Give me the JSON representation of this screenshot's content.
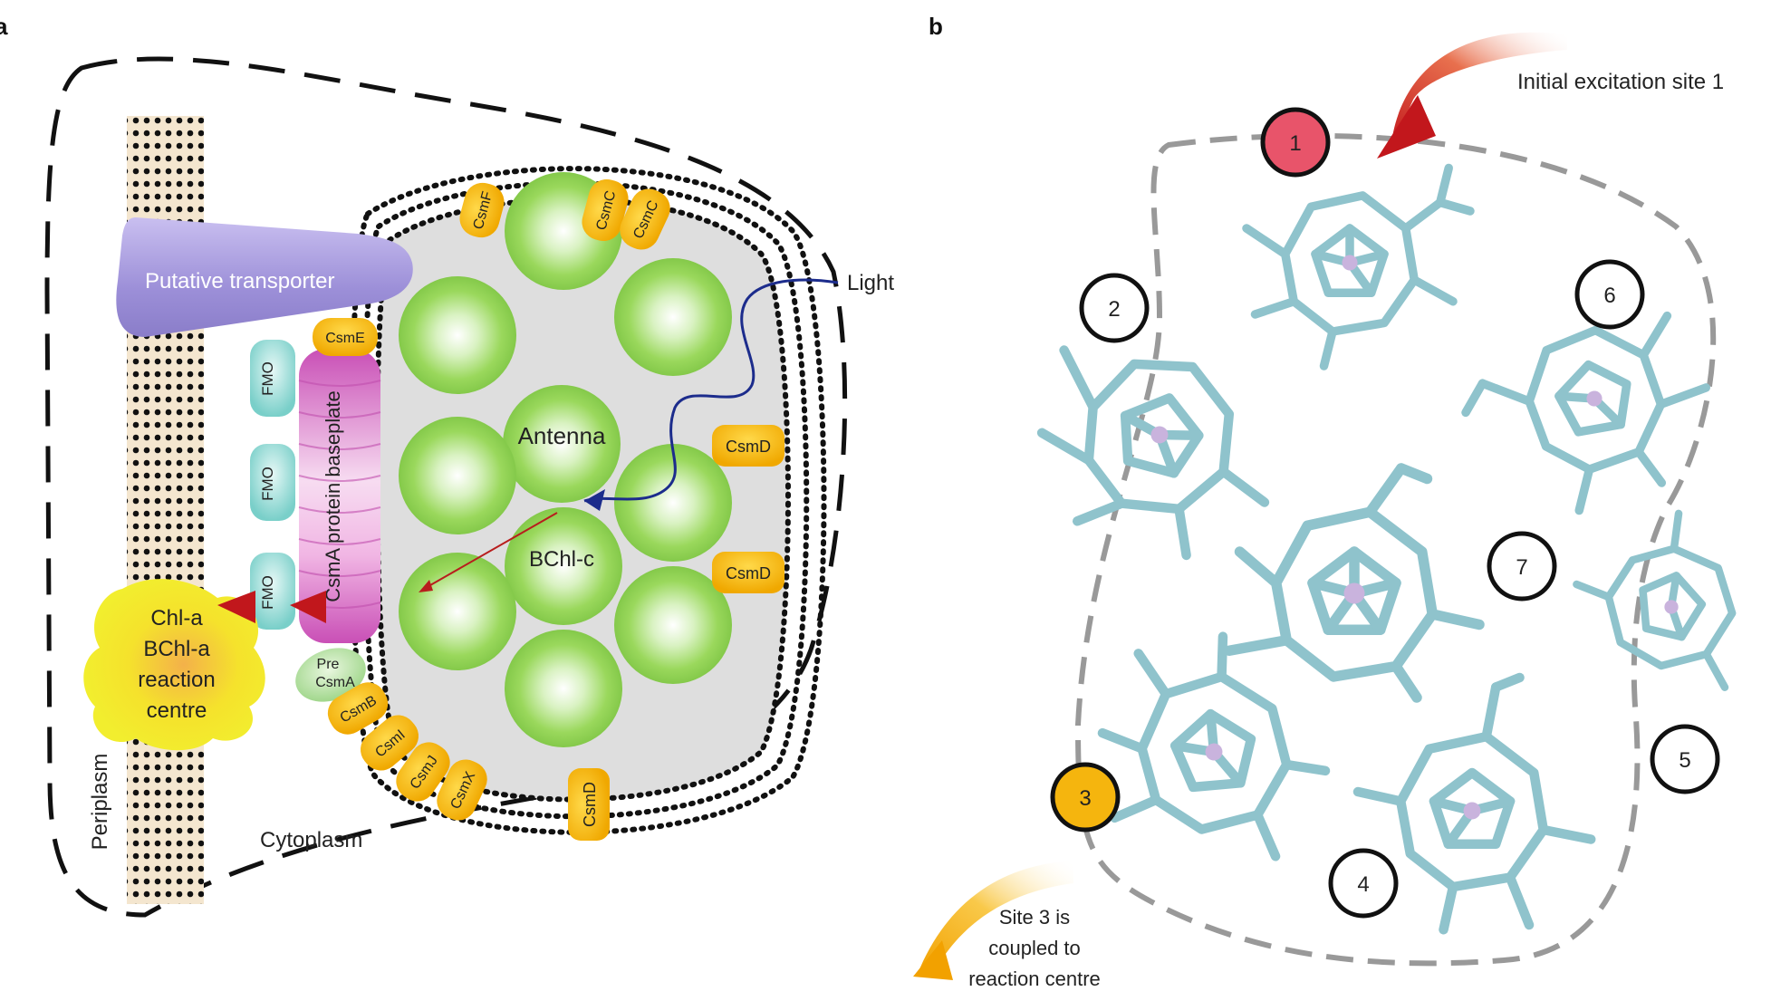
{
  "panel_a": {
    "letter": "a",
    "labels": {
      "transporter": "Putative transporter",
      "antenna": "Antenna",
      "bchl_c": "BChl-c",
      "light": "Light",
      "baseplate": "CsmA protein baseplate",
      "fmo": "FMO",
      "rc_line1": "Chl-a",
      "rc_line2": "BChl-a",
      "rc_line3": "reaction",
      "rc_line4": "centre",
      "pre_csma_1": "Pre",
      "pre_csma_2": "CsmA",
      "periplasm": "Periplasm",
      "cytoplasm": "Cytoplasm"
    },
    "proteins": {
      "csmF": "CsmF",
      "csmC1": "CsmC",
      "csmC2": "CsmC",
      "csmE": "CsmE",
      "csmD1": "CsmD",
      "csmD2": "CsmD",
      "csmD3": "CsmD",
      "csmB": "CsmB",
      "csmI1": "CsmI",
      "csmI2": "CsmJ",
      "csmX": "CsmX"
    }
  },
  "panel_b": {
    "letter": "b",
    "initial_excitation": "Initial excitation site 1",
    "site3_line1": "Site 3 is",
    "site3_line2": "coupled to",
    "site3_line3": "reaction centre",
    "sites": [
      "1",
      "2",
      "3",
      "4",
      "5",
      "6",
      "7"
    ]
  },
  "colors": {
    "green_sphere": "#8fd14f",
    "protein_yellow": "#f6b800",
    "transporter": "#9f93d6",
    "baseplate": "#d35fbe",
    "fmo": "#8fd6d3",
    "reaction_centre": "#f5e62a",
    "site1": "#e8546a",
    "site3": "#f5b50e",
    "molecule": "#8fc3cc"
  }
}
